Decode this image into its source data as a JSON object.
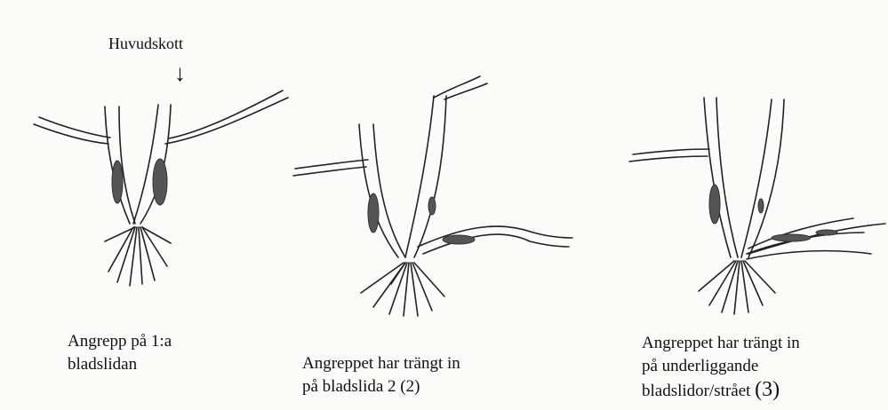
{
  "annotation": {
    "main_shoot_label": "Huvudskott",
    "arrow": "↓"
  },
  "captions": [
    {
      "line1": "Angrepp på 1:a",
      "line2": "bladslidan"
    },
    {
      "line1": "Angreppet har trängt in",
      "line2": "på bladslida 2 (2)"
    },
    {
      "line1": "Angreppet har trängt in",
      "line2": "på underliggande",
      "line3_text": "bladslidor/strået",
      "line3_num": "(3)"
    }
  ]
}
